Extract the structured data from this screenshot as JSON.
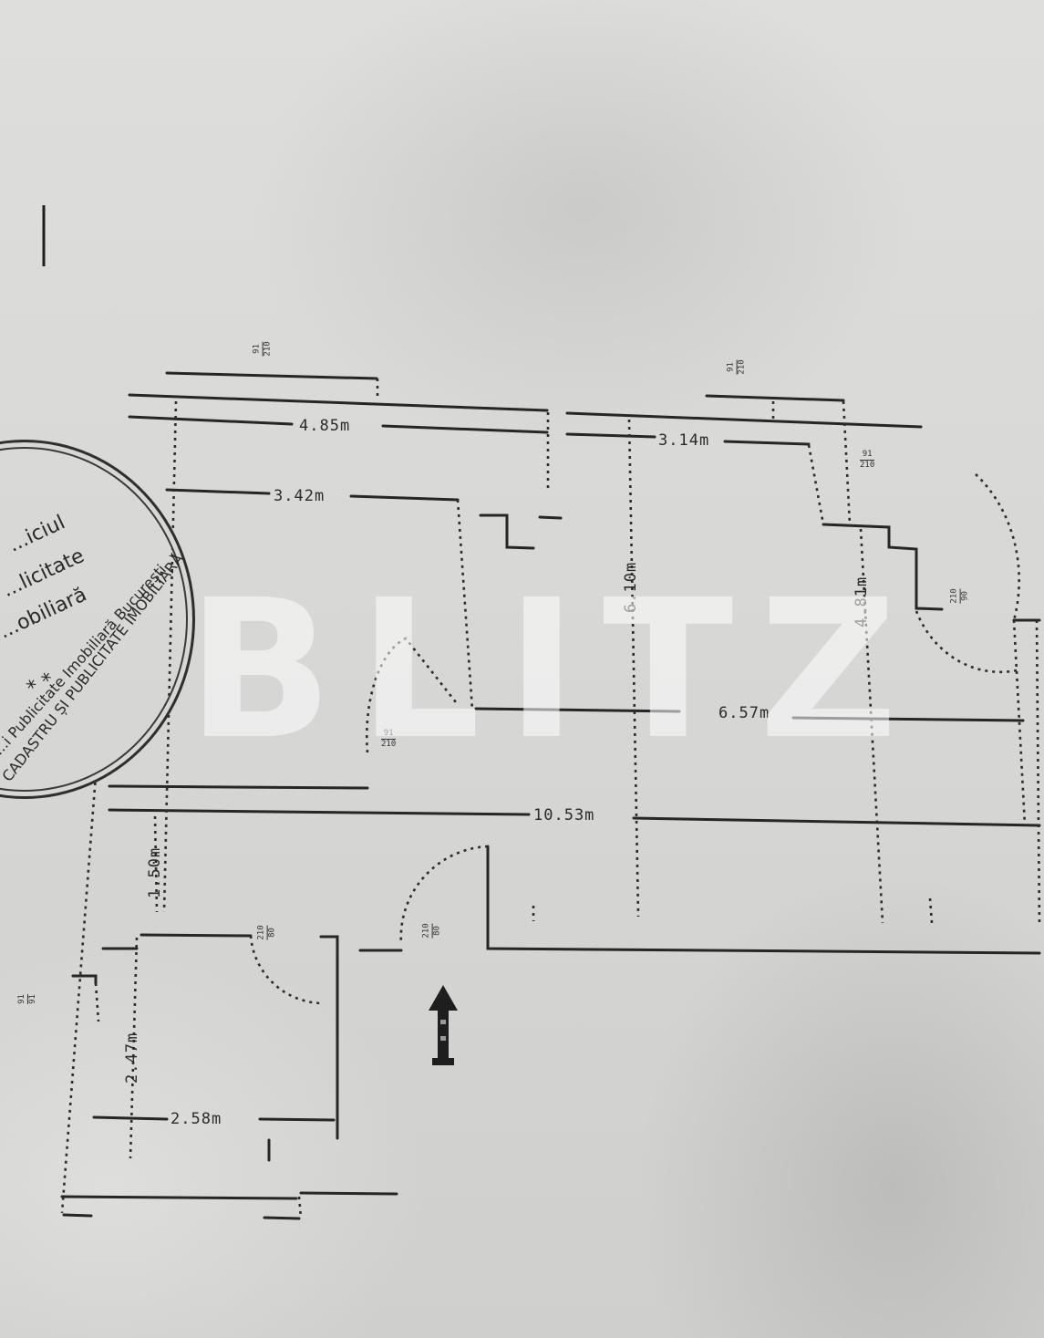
{
  "document": {
    "type": "floor plan (cadastral sketch, scanned)",
    "orientation_note": "plan printed rotated; labels read sideways"
  },
  "dimensions": {
    "top_left_width": "4.85m",
    "inner_left_width": "3.42m",
    "top_right_width": "3.14m",
    "middle_height": "6.10m",
    "right_height": "4.81m",
    "middle_width": "6.57m",
    "total_width": "10.53m",
    "hall_height": "1.50m",
    "bottom_room_height": "2.47m",
    "bottom_room_width": "2.58m"
  },
  "door_labels": [
    {
      "num": "91",
      "den": "210"
    },
    {
      "num": "91",
      "den": "210"
    },
    {
      "num": "91",
      "den": "210"
    },
    {
      "num": "91",
      "den": "210"
    },
    {
      "num": "210",
      "den": "80"
    },
    {
      "num": "210",
      "den": "80"
    },
    {
      "num": "210",
      "den": "90"
    },
    {
      "num": "91",
      "den": "91"
    }
  ],
  "stamp": {
    "line1": "...iciul",
    "line2": "...licitate",
    "line3": "...obiliară",
    "stars": "* *",
    "arc_bottom": "...i Publicitate Imobiliară București",
    "arc_outer": "CADASTRU ȘI PUBLICITATE IMOBILIARĂ"
  },
  "watermark": {
    "text": "BLITZ"
  },
  "entrance_arrow": {
    "icon": "arrow-up-icon"
  }
}
